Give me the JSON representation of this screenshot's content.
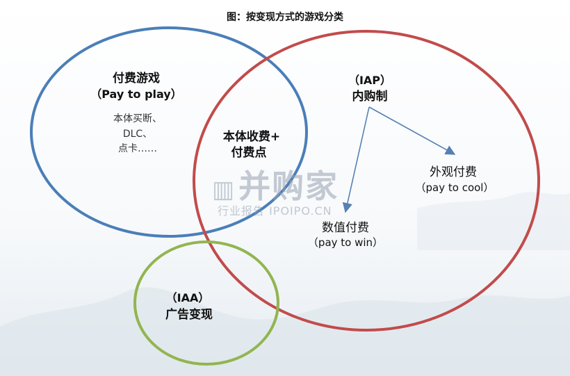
{
  "title": "图：按变现方式的游戏分类",
  "colors": {
    "paid_circle": "#4a7eb8",
    "iap_circle": "#c24b4b",
    "iaa_circle": "#92b550",
    "arrow": "#5680b4"
  },
  "paid": {
    "label_cn": "付费游戏",
    "label_en": "（Pay to play）",
    "examples": [
      "本体买断、",
      "DLC、",
      "点卡……"
    ]
  },
  "overlap": {
    "line1": "本体收费+",
    "line2": "付费点"
  },
  "iap": {
    "label_en": "（IAP）",
    "label_cn": "内购制",
    "cosmetic_cn": "外观付费",
    "cosmetic_en": "（pay to cool）",
    "numeric_cn": "数值付费",
    "numeric_en": "（pay to win）"
  },
  "iaa": {
    "label_en": "（IAA）",
    "label_cn": "广告变现"
  },
  "watermark": {
    "brand": "并购家",
    "sub": "行业报告 IPOIPO.CN"
  }
}
